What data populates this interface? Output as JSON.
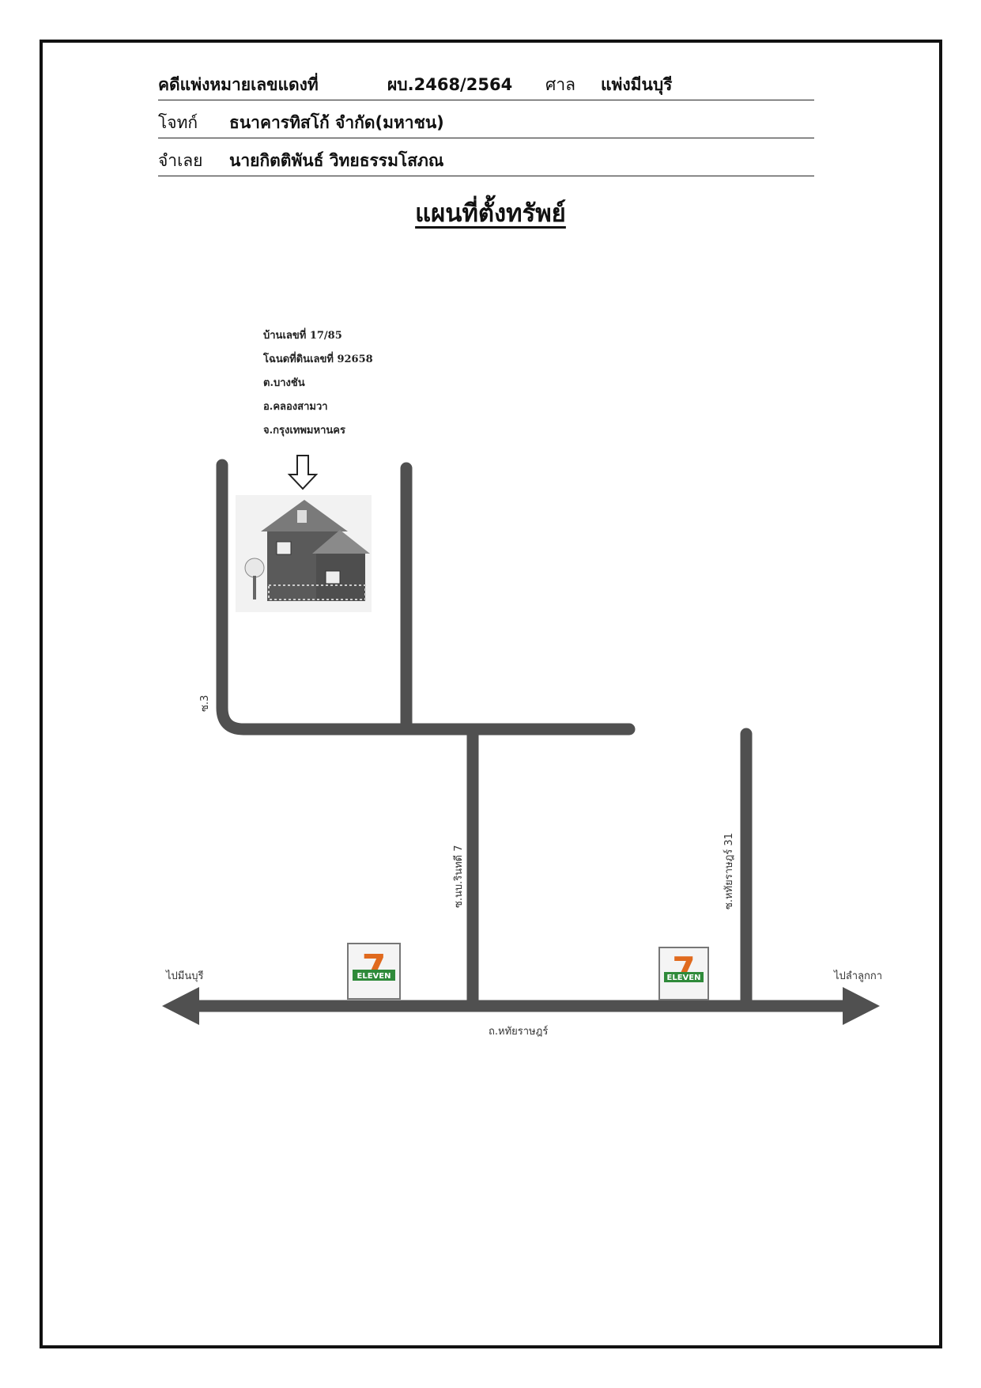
{
  "header": {
    "case_label": "คดีแพ่งหมายเลขแดงที่",
    "case_number": "ผบ.2468/2564",
    "court_label": "ศาล",
    "court_name": "แพ่งมีนบุรี",
    "plaintiff_label": "โจทก์",
    "plaintiff_name": "ธนาคารทิสโก้ จำกัด(มหาชน)",
    "defendant_label": "จำเลย",
    "defendant_name": "นายกิตติพันธ์  วิทยธรรมโสภณ"
  },
  "title": "แผนที่ตั้งทรัพย์",
  "property": {
    "house_no": "บ้านเลขที่ 17/85",
    "deed_no": "โฉนดที่ดินเลขที่ 92658",
    "subdistrict": "ต.บางชัน",
    "district": "อ.คลองสามวา",
    "province": "จ.กรุงเทพมหานคร"
  },
  "map_labels": {
    "soi_3": "ซ.3",
    "soi_7": "ซ.นบ.รินทดี 7",
    "soi_31": "ซ.หทัยราษฎร์ 31",
    "main_road": "ถ.หทัยราษฎร์",
    "to_left": "ไปมีนบุรี",
    "to_right": "ไปลำลูกกา",
    "store_number": "7",
    "store_name": "ELEVEN"
  },
  "colors": {
    "road": "#505050",
    "house_wall": "#5a5a5a",
    "house_roof": "#7a7a7a",
    "store_orange": "#e06a1e",
    "store_green": "#2f8a3a"
  }
}
